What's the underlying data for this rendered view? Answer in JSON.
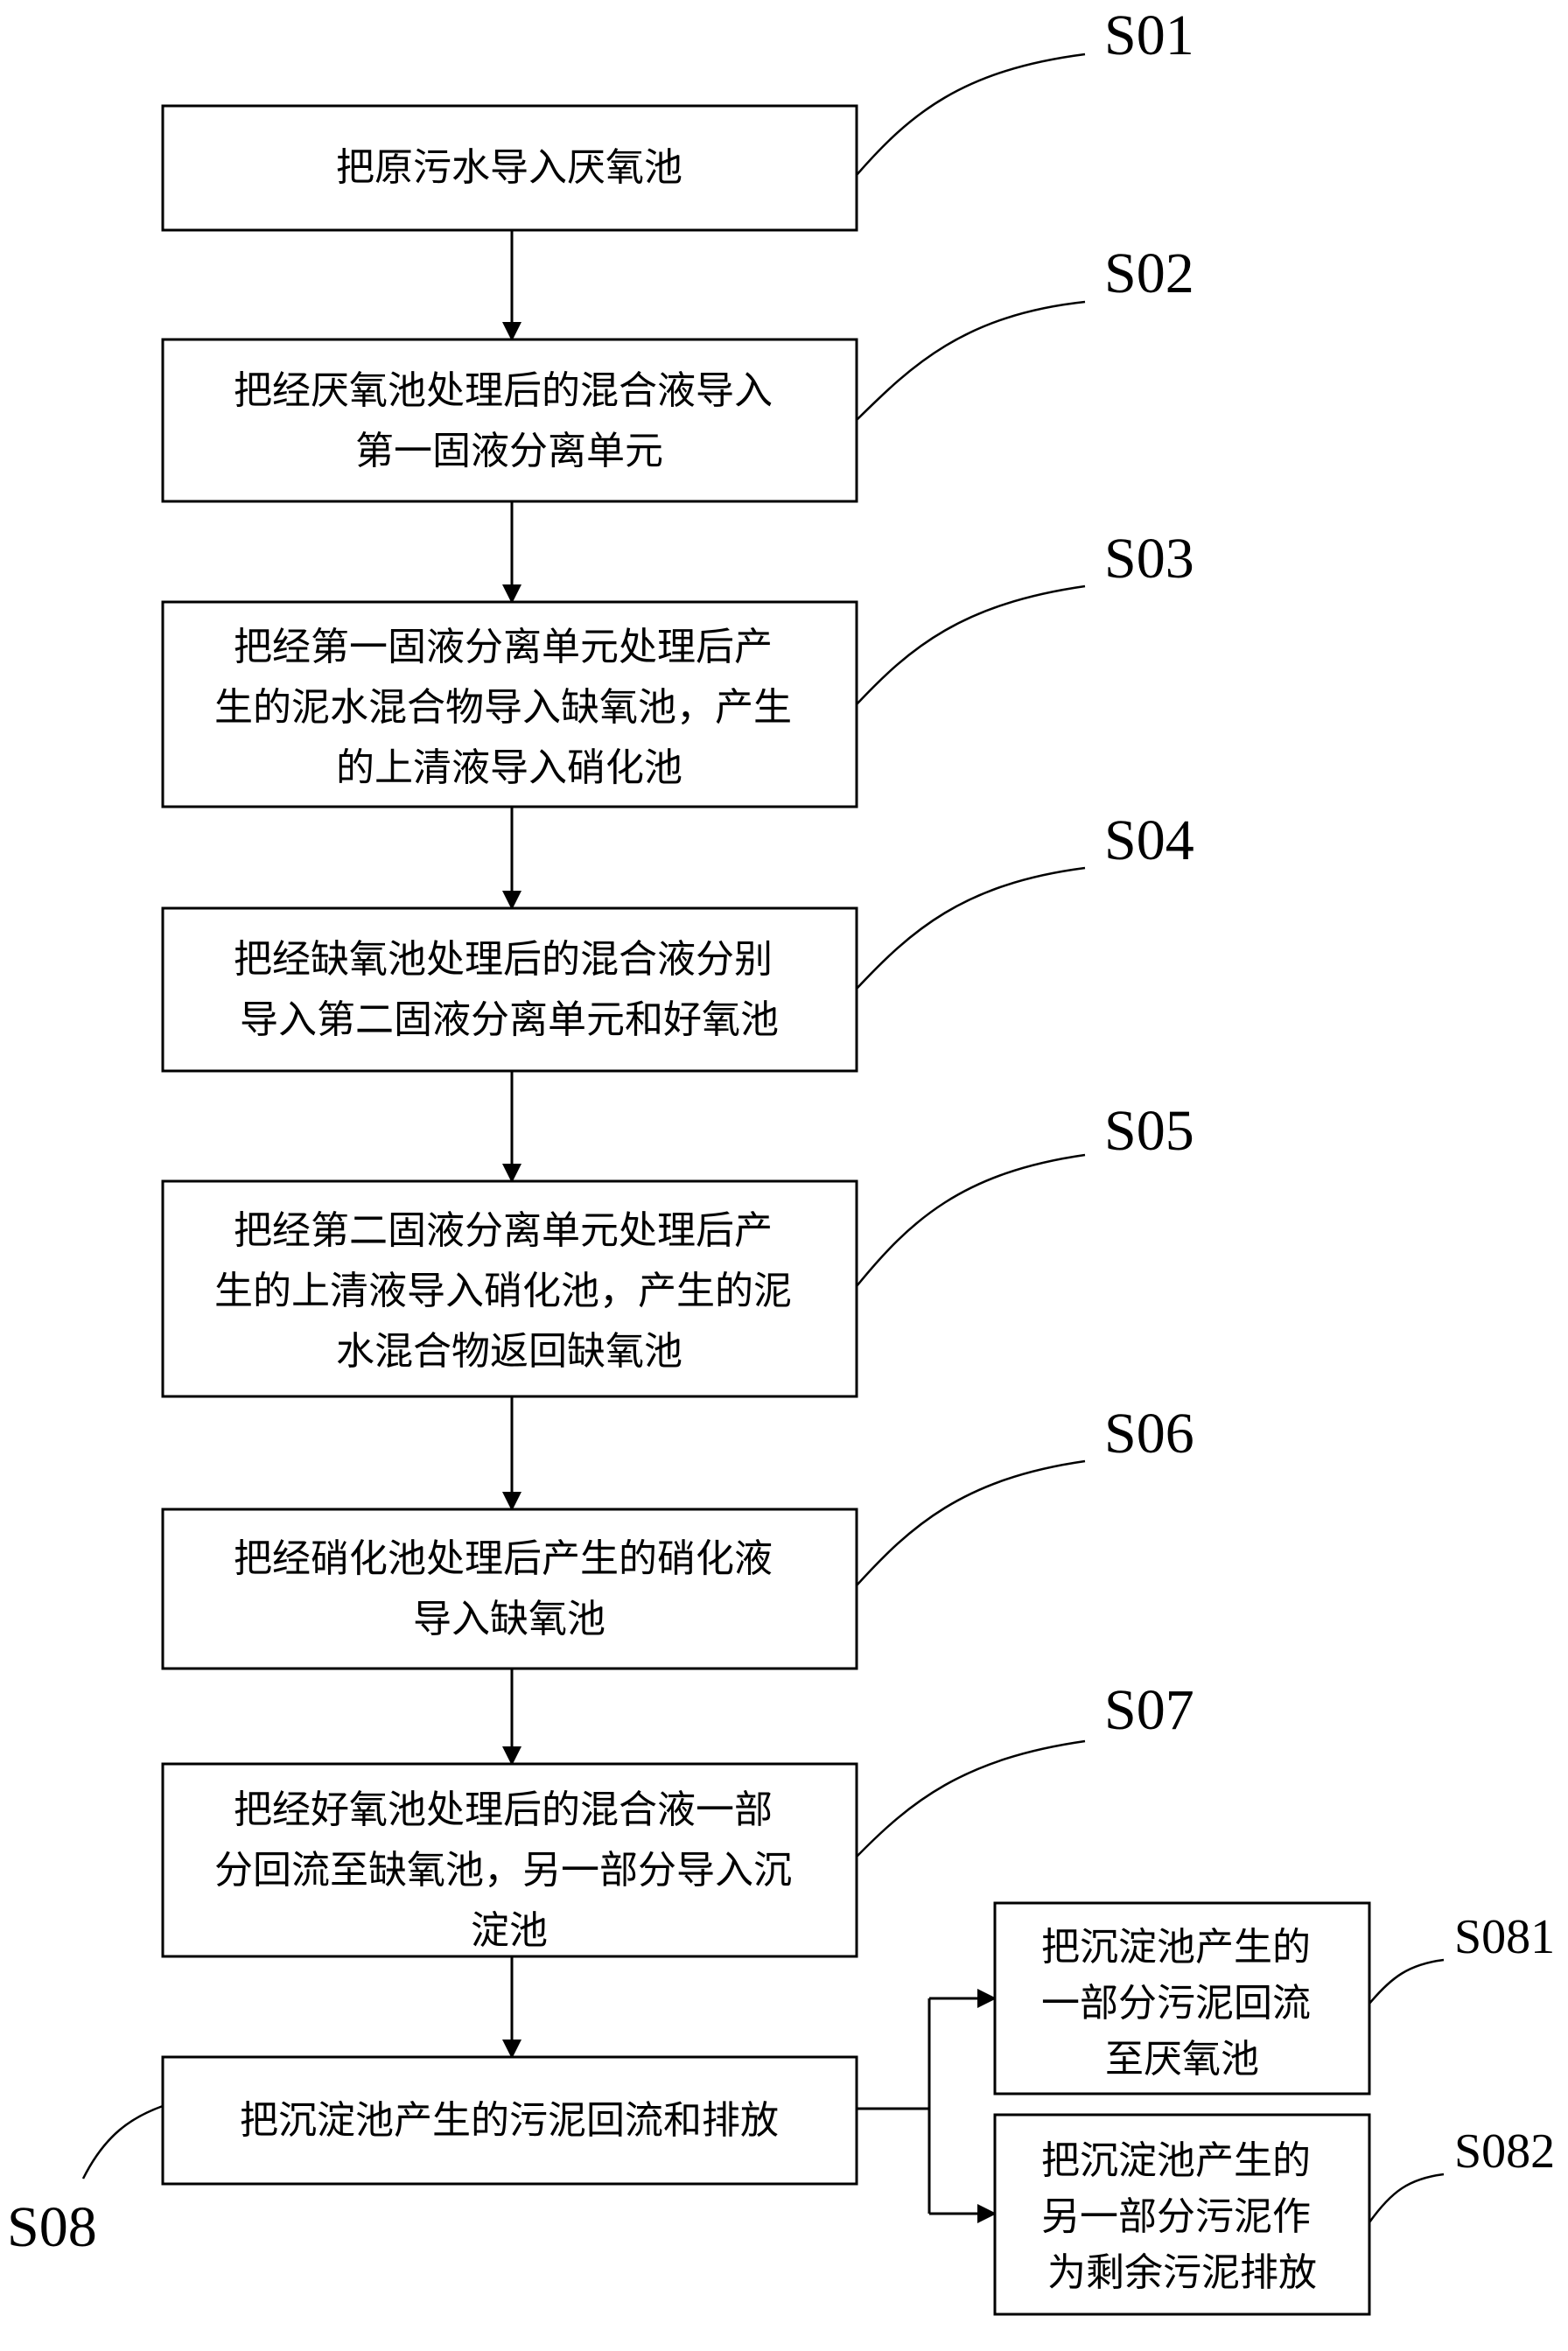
{
  "steps": {
    "s01": {
      "label": "S01",
      "lines": [
        "把原污水导入厌氧池"
      ]
    },
    "s02": {
      "label": "S02",
      "lines": [
        "把经厌氧池处理后的混合液导入",
        "第一固液分离单元"
      ]
    },
    "s03": {
      "label": "S03",
      "lines": [
        "把经第一固液分离单元处理后产",
        "生的泥水混合物导入缺氧池，产生",
        "的上清液导入硝化池"
      ]
    },
    "s04": {
      "label": "S04",
      "lines": [
        "把经缺氧池处理后的混合液分别",
        "导入第二固液分离单元和好氧池"
      ]
    },
    "s05": {
      "label": "S05",
      "lines": [
        "把经第二固液分离单元处理后产",
        "生的上清液导入硝化池，产生的泥",
        "水混合物返回缺氧池"
      ]
    },
    "s06": {
      "label": "S06",
      "lines": [
        "把经硝化池处理后产生的硝化液",
        "导入缺氧池"
      ]
    },
    "s07": {
      "label": "S07",
      "lines": [
        "把经好氧池处理后的混合液一部",
        "分回流至缺氧池，另一部分导入沉",
        "淀池"
      ]
    },
    "s08": {
      "label": "S08",
      "lines": [
        "把沉淀池产生的污泥回流和排放"
      ]
    },
    "s081": {
      "label": "S081",
      "lines": [
        "把沉淀池产生的",
        "一部分污泥回流",
        "至厌氧池"
      ]
    },
    "s082": {
      "label": "S082",
      "lines": [
        "把沉淀池产生的",
        "另一部分污泥作",
        "为剩余污泥排放"
      ]
    }
  }
}
